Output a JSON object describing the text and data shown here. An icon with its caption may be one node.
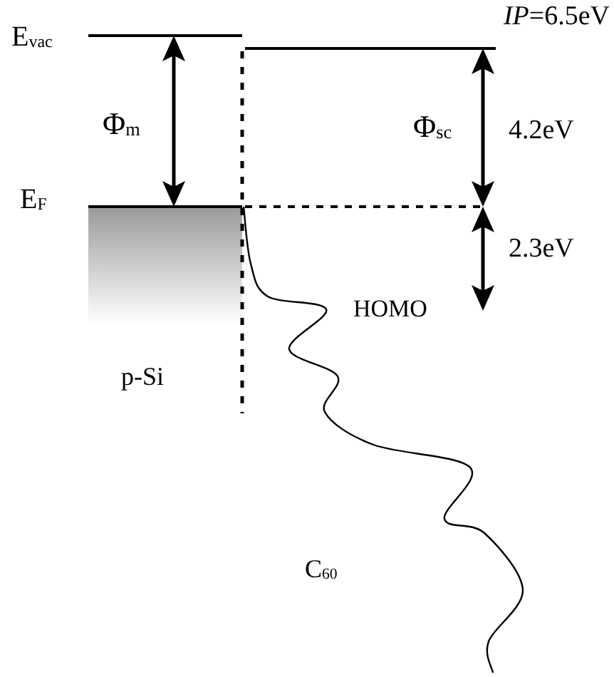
{
  "diagram": {
    "labels": [
      "E$_{vac}$",
      "Φ$_{m}$",
      "E$_{F}$",
      "*IP*=6.5eV",
      "Φ$_{sc}$",
      "4.2eV",
      "2.3eV",
      "HOMO",
      "p-Si",
      "C$_{60}$"
    ]
  }
}
